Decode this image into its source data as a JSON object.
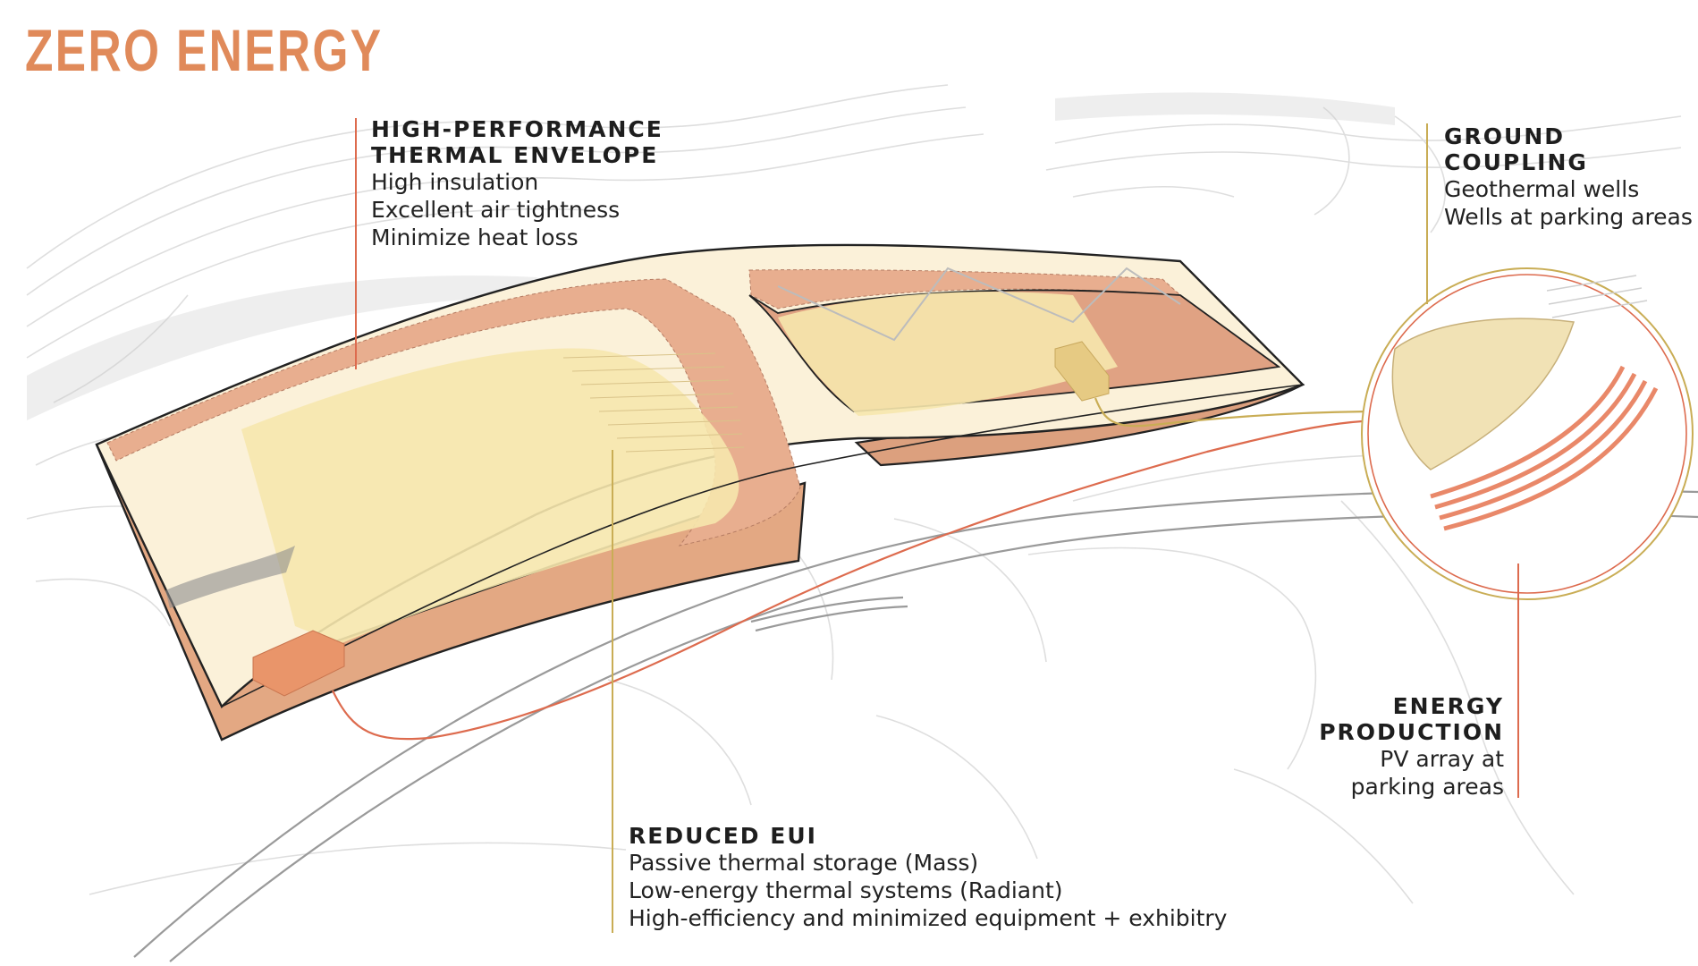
{
  "title": "ZERO ENERGY",
  "colors": {
    "accent": "#e08a5a",
    "envelope": "#e7aa8a",
    "roof": "#fbf1d9",
    "interior": "#f5e7ad",
    "gold_line": "#c9ad55",
    "red_line": "#dd6b4e",
    "topo": "#dadada"
  },
  "callouts": {
    "envelope": {
      "heading": [
        "HIGH-PERFORMANCE",
        "THERMAL ENVELOPE"
      ],
      "lines": [
        "High insulation",
        "Excellent air tightness",
        "Minimize heat loss"
      ]
    },
    "ground": {
      "heading": [
        "GROUND",
        "COUPLING"
      ],
      "lines": [
        "Geothermal wells",
        "Wells at parking areas"
      ]
    },
    "energy": {
      "heading": [
        "ENERGY",
        "PRODUCTION"
      ],
      "lines": [
        "PV array at",
        "parking areas"
      ]
    },
    "eui": {
      "heading": [
        "REDUCED EUI"
      ],
      "lines": [
        "Passive thermal storage (Mass)",
        "Low-energy thermal systems (Radiant)",
        "High-efficiency and minimized equipment + exhibitry"
      ]
    }
  }
}
